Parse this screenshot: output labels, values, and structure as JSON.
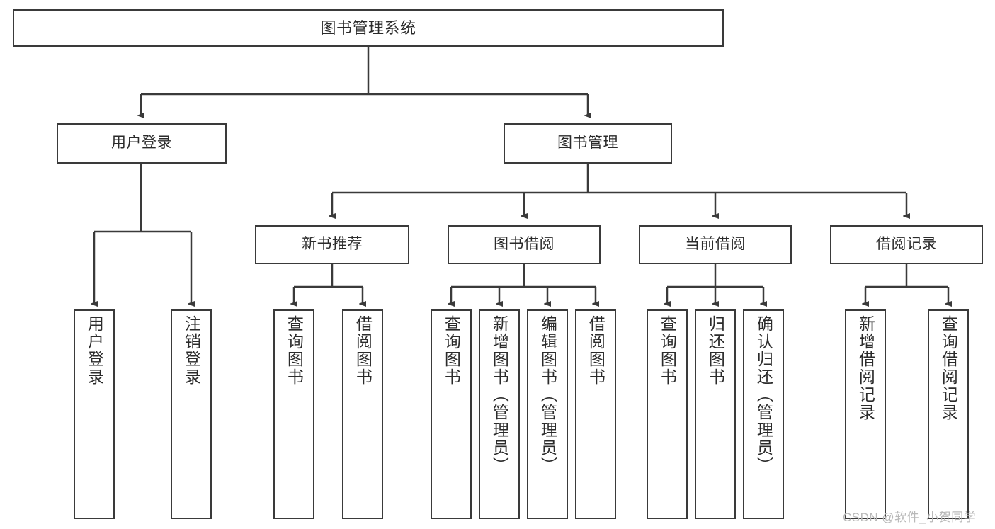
{
  "diagram": {
    "title": "图书管理系统",
    "type": "functional-decomposition-tree",
    "root": {
      "id": "root",
      "label": "图书管理系统"
    },
    "level2": [
      {
        "id": "user-login",
        "label": "用户登录"
      },
      {
        "id": "book-manage",
        "label": "图书管理"
      }
    ],
    "level3": [
      {
        "id": "new-book-recommend",
        "label": "新书推荐",
        "parent": "book-manage"
      },
      {
        "id": "book-borrow",
        "label": "图书借阅",
        "parent": "book-manage"
      },
      {
        "id": "current-borrow",
        "label": "当前借阅",
        "parent": "book-manage"
      },
      {
        "id": "borrow-record",
        "label": "借阅记录",
        "parent": "book-manage"
      }
    ],
    "leaves": [
      {
        "id": "leaf-user-login",
        "label": "用户登录",
        "parent": "user-login"
      },
      {
        "id": "leaf-user-logout",
        "label": "注销登录",
        "parent": "user-login"
      },
      {
        "id": "leaf-query-book-1",
        "label": "查询图书",
        "parent": "new-book-recommend"
      },
      {
        "id": "leaf-borrow-book-1",
        "label": "借阅图书",
        "parent": "new-book-recommend"
      },
      {
        "id": "leaf-query-book-2",
        "label": "查询图书",
        "parent": "book-borrow"
      },
      {
        "id": "leaf-add-book",
        "label": "新增图书（管理员）",
        "parent": "book-borrow"
      },
      {
        "id": "leaf-edit-book",
        "label": "编辑图书（管理员）",
        "parent": "book-borrow"
      },
      {
        "id": "leaf-borrow-book-2",
        "label": "借阅图书",
        "parent": "book-borrow"
      },
      {
        "id": "leaf-query-book-3",
        "label": "查询图书",
        "parent": "current-borrow"
      },
      {
        "id": "leaf-return-book",
        "label": "归还图书",
        "parent": "current-borrow"
      },
      {
        "id": "leaf-confirm-return",
        "label": "确认归还（管理员）",
        "parent": "current-borrow"
      },
      {
        "id": "leaf-add-record",
        "label": "新增借阅记录",
        "parent": "borrow-record"
      },
      {
        "id": "leaf-query-record",
        "label": "查询借阅记录",
        "parent": "borrow-record"
      }
    ]
  },
  "watermark": {
    "text": "CSDN @软件_小贺同学"
  },
  "colors": {
    "border": "#3a3a3a",
    "text": "#2b2b2b",
    "background": "#ffffff",
    "watermark": "#b9b9b9"
  }
}
